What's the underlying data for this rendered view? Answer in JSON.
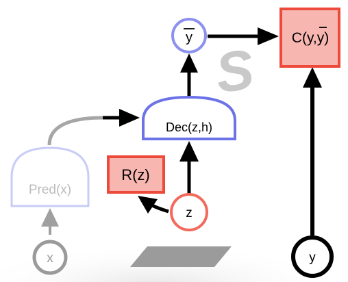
{
  "diagram": {
    "nodes": {
      "x": {
        "label": "x"
      },
      "pred": {
        "label": "Pred(x)"
      },
      "dec": {
        "label": "Dec(z,h)"
      },
      "ybar": {
        "label": "y"
      },
      "r": {
        "label": "R(z)"
      },
      "z": {
        "label": "z"
      },
      "c": {
        "label": "C(y,y)"
      },
      "y": {
        "label": "y"
      }
    },
    "watermark_glyph": "S"
  },
  "colors": {
    "blue": "#6c72e8",
    "blue_light": "#c9ccf6",
    "red": "#ee4a3c",
    "red_fill": "#f7b6b0",
    "gray": "#999999",
    "black": "#000000"
  }
}
